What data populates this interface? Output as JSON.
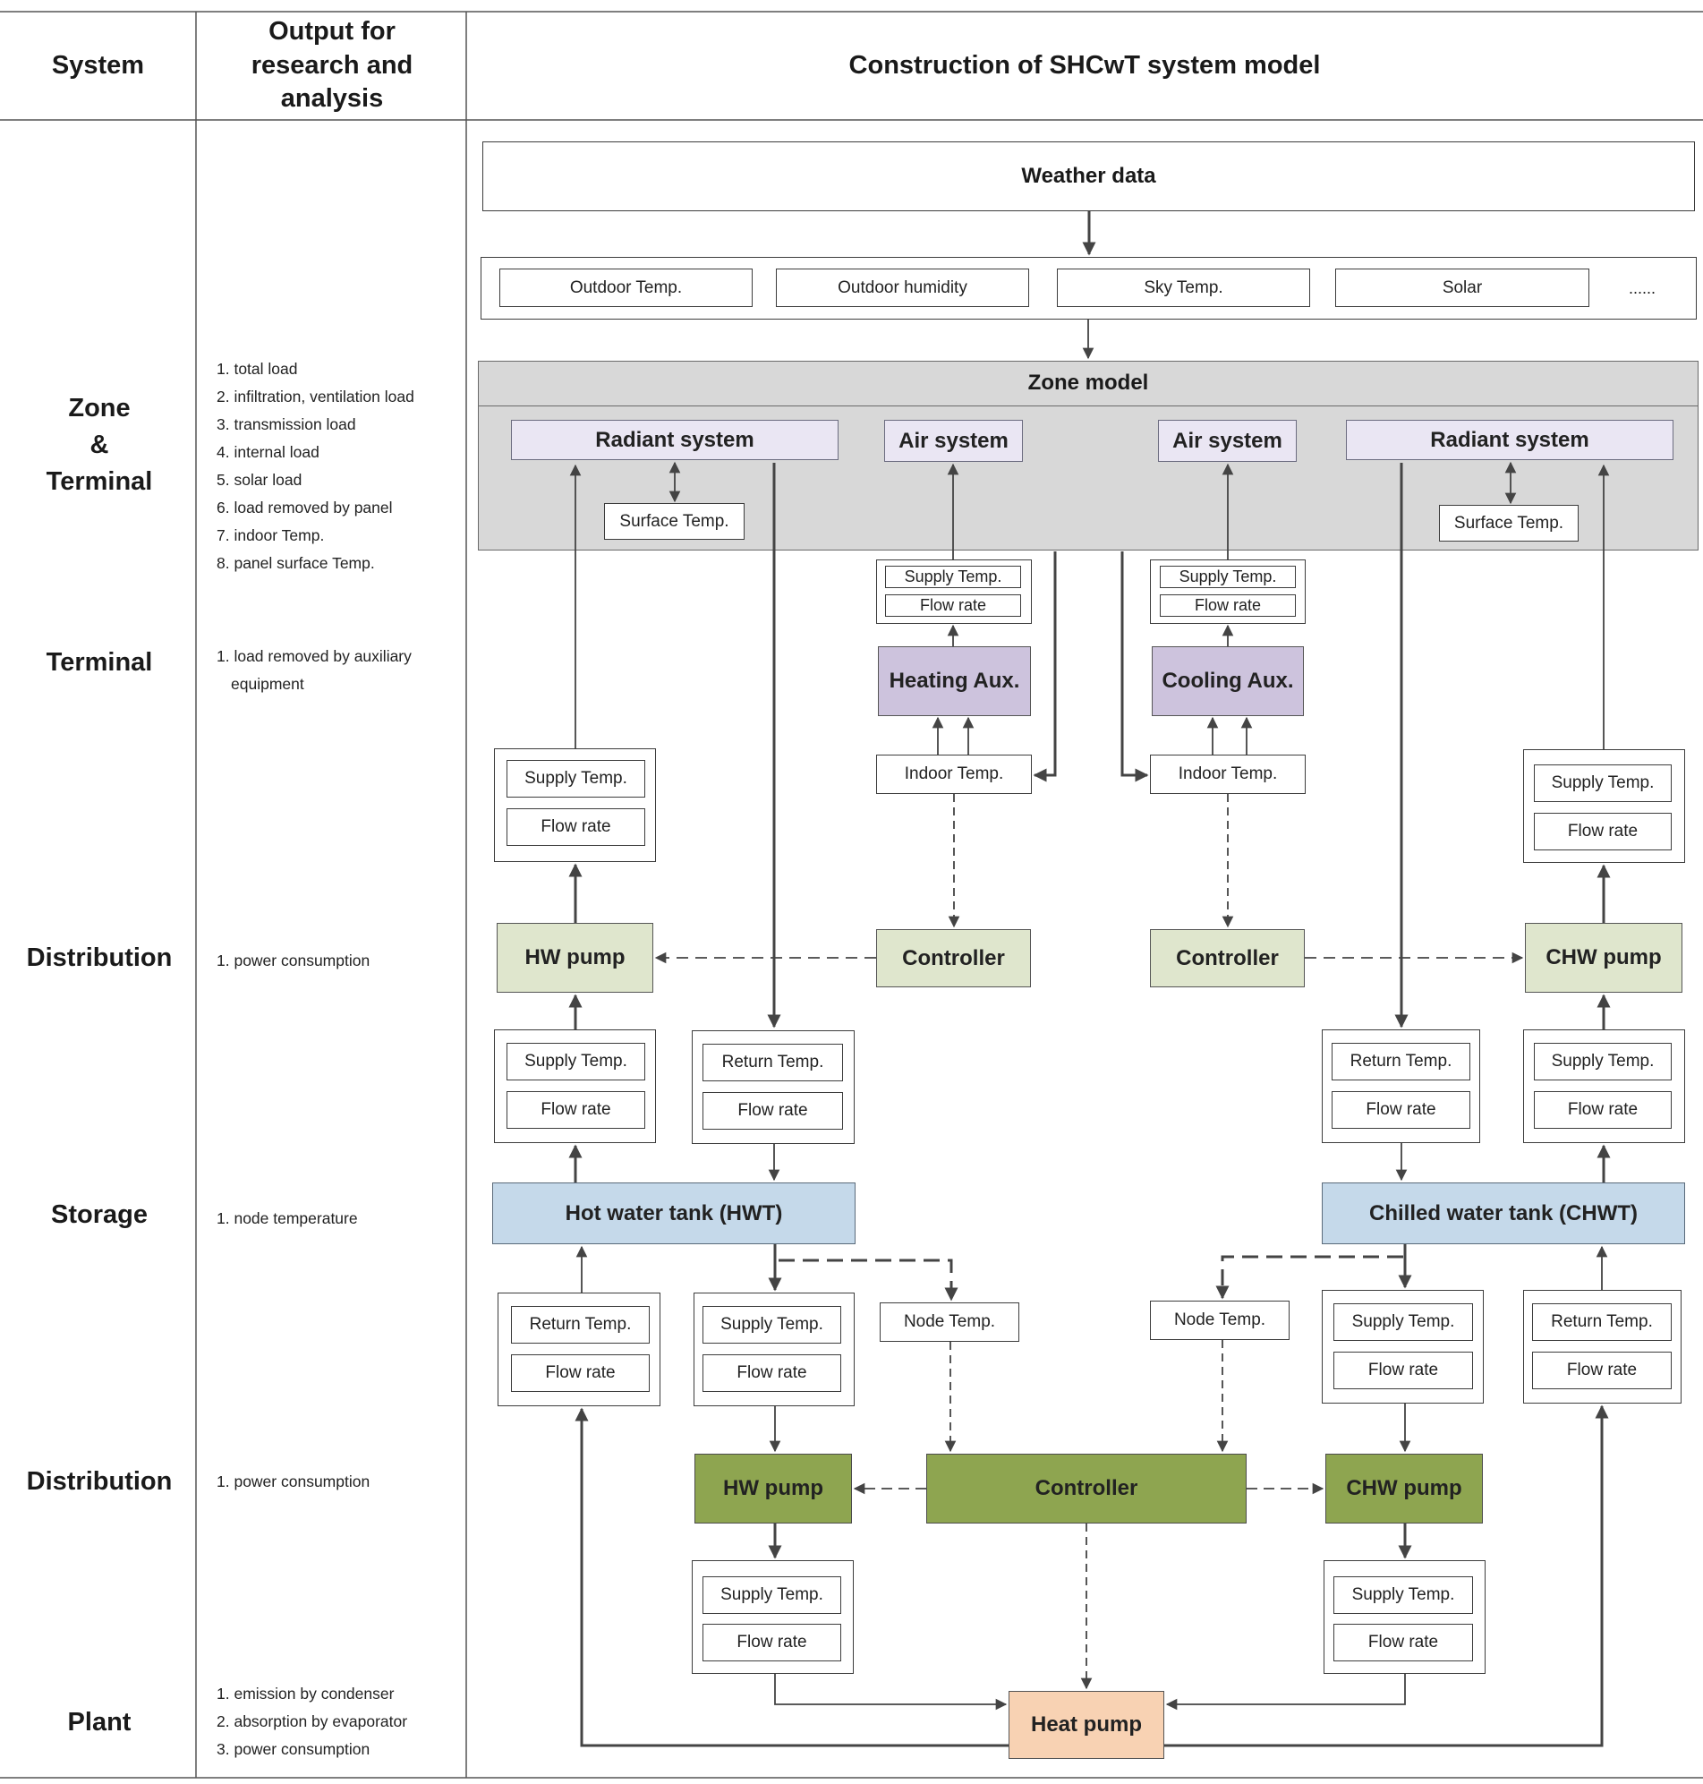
{
  "header": {
    "system": "System",
    "output": "Output for research and analysis",
    "construction": "Construction of SHCwT system model"
  },
  "rows": [
    {
      "system": "Zone\n&\nTerminal",
      "outputs": [
        "1. total load",
        "2. infiltration, ventilation load",
        "3. transmission load",
        "4. internal load",
        "5. solar load",
        "6. load removed by panel",
        "7. indoor Temp.",
        "8. panel surface Temp."
      ]
    },
    {
      "system": "Terminal",
      "outputs": [
        "1. load removed by  auxiliary equipment"
      ]
    },
    {
      "system": "Distribution",
      "outputs": [
        "1.  power consumption"
      ]
    },
    {
      "system": "Storage",
      "outputs": [
        "1. node temperature"
      ]
    },
    {
      "system": "Distribution",
      "outputs": [
        "1. power consumption"
      ]
    },
    {
      "system": "Plant",
      "outputs": [
        "1. emission by condenser",
        "2. absorption by evaporator",
        "3. power consumption"
      ]
    }
  ],
  "diagram": {
    "weather": "Weather data",
    "weather_items": [
      "Outdoor Temp.",
      "Outdoor humidity",
      "Sky Temp.",
      "Solar",
      "......"
    ],
    "zone_model": "Zone model",
    "radiant_system": "Radiant system",
    "air_system": "Air system",
    "surface_temp": "Surface Temp.",
    "supply_temp": "Supply Temp.",
    "return_temp": "Return Temp.",
    "flow_rate": "Flow rate",
    "heating_aux": "Heating Aux.",
    "cooling_aux": "Cooling Aux.",
    "indoor_temp": "Indoor Temp.",
    "controller": "Controller",
    "hw_pump": "HW pump",
    "chw_pump": "CHW pump",
    "hot_tank": "Hot water tank (HWT)",
    "chilled_tank": "Chilled water tank (CHWT)",
    "node_temp": "Node Temp.",
    "heat_pump": "Heat pump"
  },
  "colors": {
    "zone_bg": "#d8d8d8",
    "radiant_air_bg": "#eae6f3",
    "aux_bg": "#cdc3dd",
    "terminal_controller_pump_bg": "#dfe6cd",
    "plant_controller_pump_bg": "#8ea550",
    "tank_bg": "#c5d9ea",
    "heat_pump_bg": "#f8d2b3",
    "line": "#444444"
  }
}
